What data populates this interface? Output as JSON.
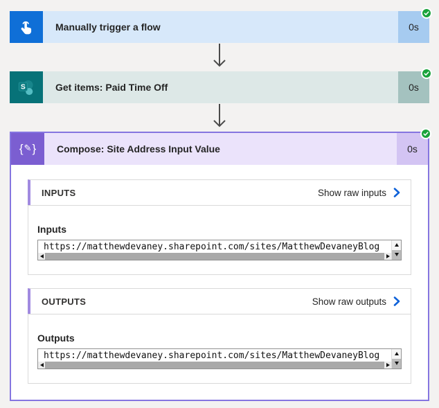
{
  "steps": [
    {
      "title": "Manually trigger a flow",
      "duration": "0s",
      "status": "succeeded",
      "icon": "tap-hand-icon"
    },
    {
      "title": "Get items: Paid Time Off",
      "duration": "0s",
      "status": "succeeded",
      "icon": "sharepoint-icon"
    },
    {
      "title": "Compose: Site Address Input Value",
      "duration": "0s",
      "status": "succeeded",
      "icon": "braces-pencil-icon"
    }
  ],
  "compose_details": {
    "inputs_section": {
      "header": "INPUTS",
      "link": "Show raw inputs",
      "label": "Inputs",
      "value": "https://matthewdevaney.sharepoint.com/sites/MatthewDevaneyBlog"
    },
    "outputs_section": {
      "header": "OUTPUTS",
      "link": "Show raw outputs",
      "label": "Outputs",
      "value": "https://matthewdevaney.sharepoint.com/sites/MatthewDevaneyBlog"
    }
  },
  "icons": {
    "status": "checkmark-icon",
    "link_chevron": "chevron-right-icon",
    "connector": "arrow-down-icon",
    "sharepoint_letter": "S"
  },
  "colors": {
    "page_bg": "#f3f2f1",
    "trigger_blue": "#0f6fd7",
    "trigger_bg": "#d7e8fa",
    "trigger_duration_bg": "#a6cbf0",
    "sharepoint_teal": "#077278",
    "sharepoint_bg": "#dde8e7",
    "sharepoint_duration_bg": "#a4c2bf",
    "compose_purple": "#7b5ed1",
    "compose_bg": "#ebe3fb",
    "compose_duration_bg": "#d3c4f3",
    "compose_border": "#8575e0",
    "accent_bar": "#a18ae0",
    "success_green": "#1aa33c",
    "link_blue": "#0f62d9"
  }
}
